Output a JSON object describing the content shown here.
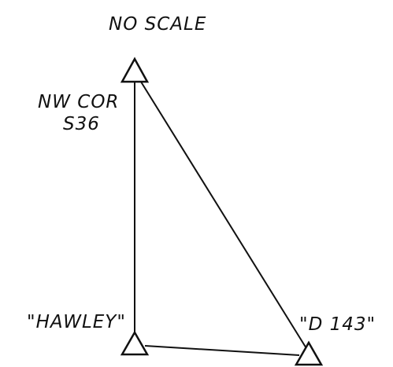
{
  "diagram": {
    "scale_note": "NO SCALE",
    "stations": [
      {
        "id": "nw-cor",
        "label_lines": [
          "NW COR",
          "S36"
        ]
      },
      {
        "id": "hawley",
        "label_lines": [
          "\"HAWLEY\""
        ]
      },
      {
        "id": "d143",
        "label_lines": [
          "\"D 143\""
        ]
      }
    ],
    "line_color": "#111111",
    "background": "#ffffff"
  }
}
